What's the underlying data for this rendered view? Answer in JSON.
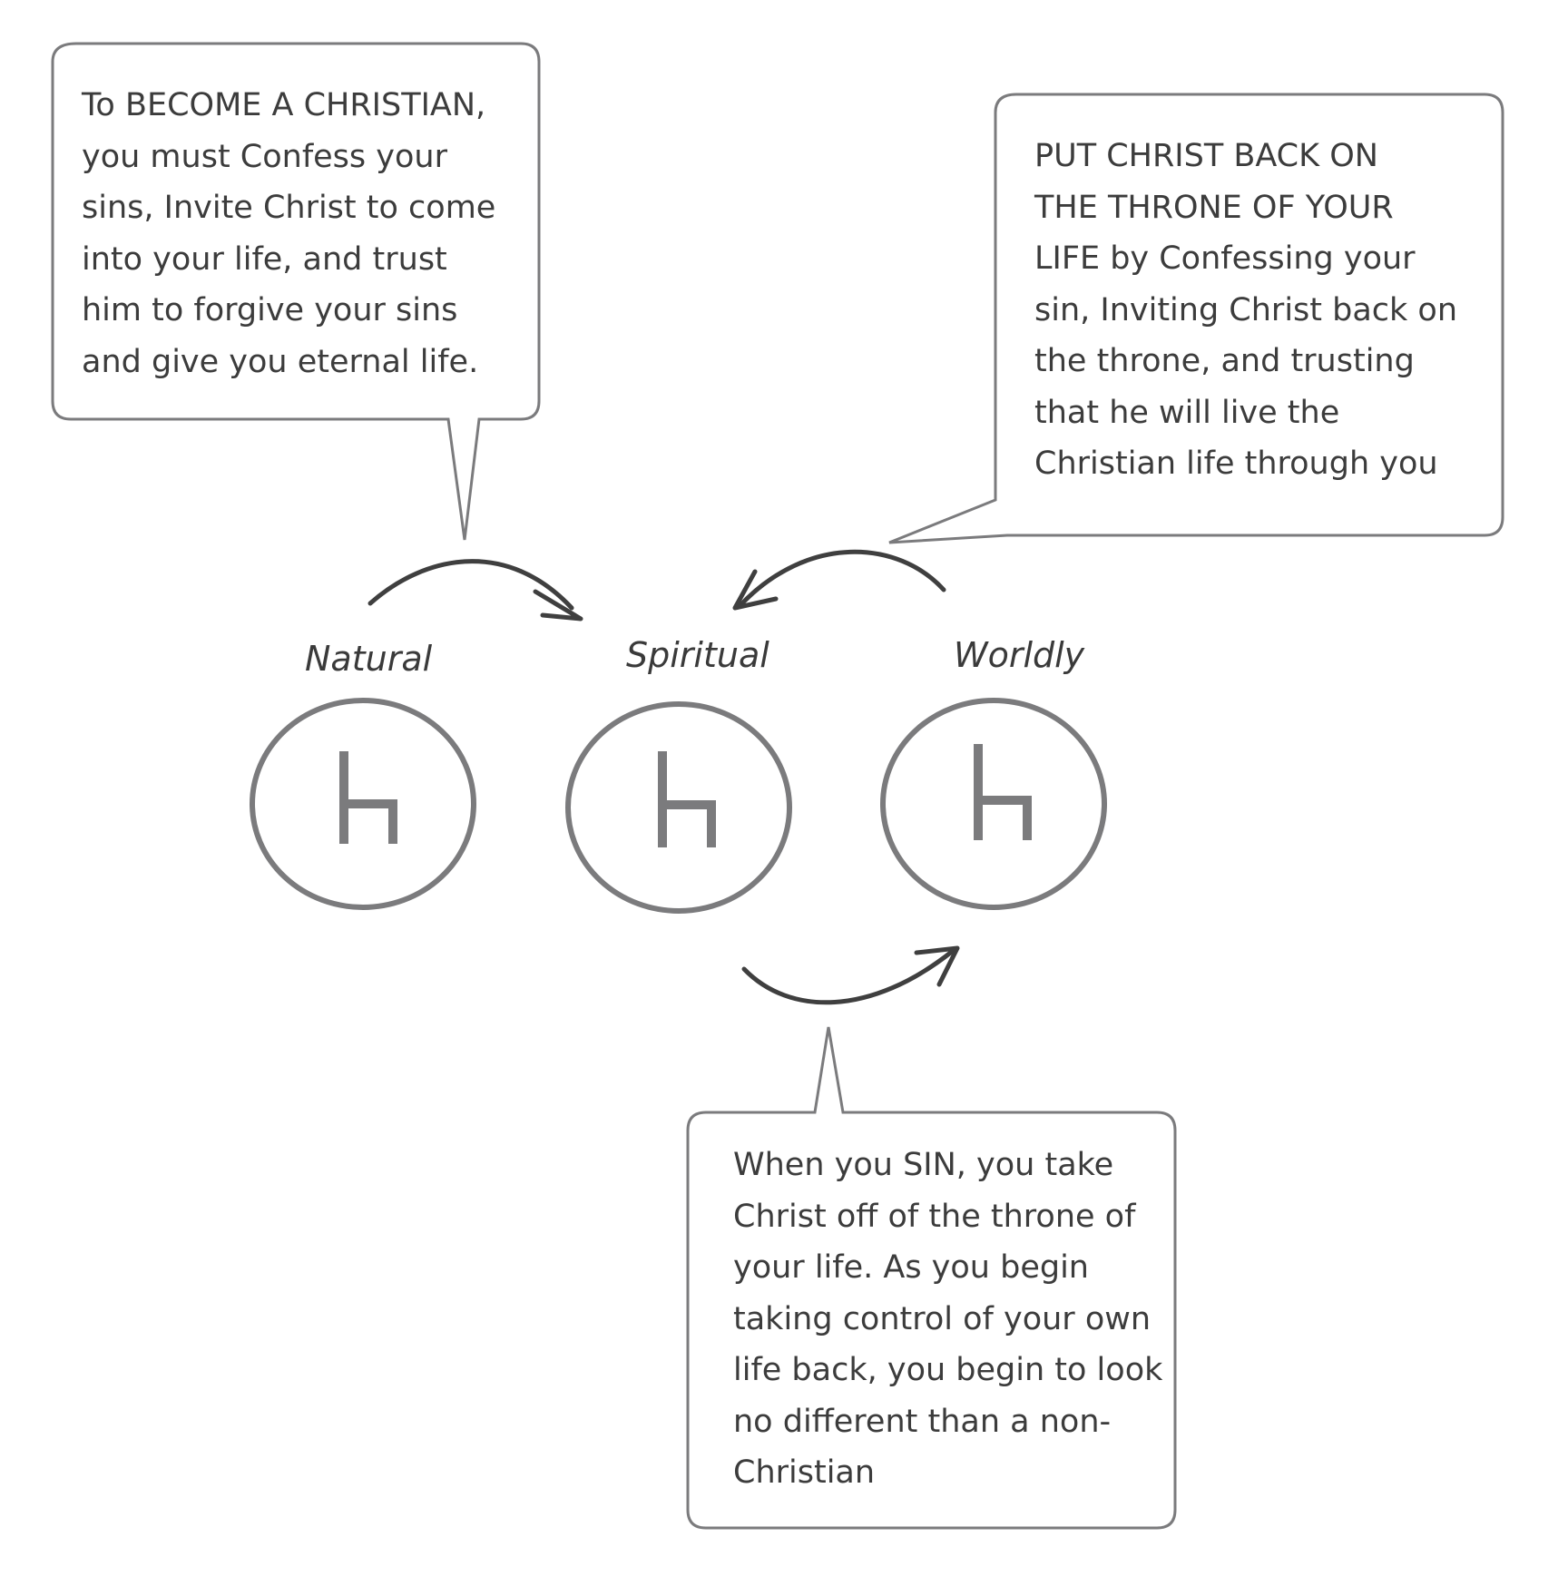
{
  "bubbles": {
    "become_christian": {
      "lines": [
        "To BECOME A CHRISTIAN,",
        "you must Confess your",
        "sins, Invite Christ to come",
        "into your life, and trust",
        "him to forgive your sins",
        "and give you eternal life."
      ]
    },
    "put_christ_back": {
      "lines": [
        "PUT CHRIST BACK ON",
        "THE THRONE OF YOUR",
        "LIFE by Confessing your",
        "sin, Inviting Christ back on",
        "the throne, and trusting",
        "that he will live the",
        "Christian life through you"
      ]
    },
    "when_you_sin": {
      "lines": [
        "When you SIN, you take",
        "Christ off of the throne of",
        "your life.  As you begin",
        "taking control of your own",
        "life back, you begin to look",
        "no different than a non-",
        "Christian"
      ]
    }
  },
  "states": [
    {
      "label": "Natural",
      "icon": "throne-chair-icon"
    },
    {
      "label": "Spiritual",
      "icon": "throne-chair-icon"
    },
    {
      "label": "Worldly",
      "icon": "throne-chair-icon"
    }
  ],
  "colors": {
    "stroke": "#7b7b7d",
    "text": "#3c3c3c",
    "arrow": "#3f3f3f"
  }
}
